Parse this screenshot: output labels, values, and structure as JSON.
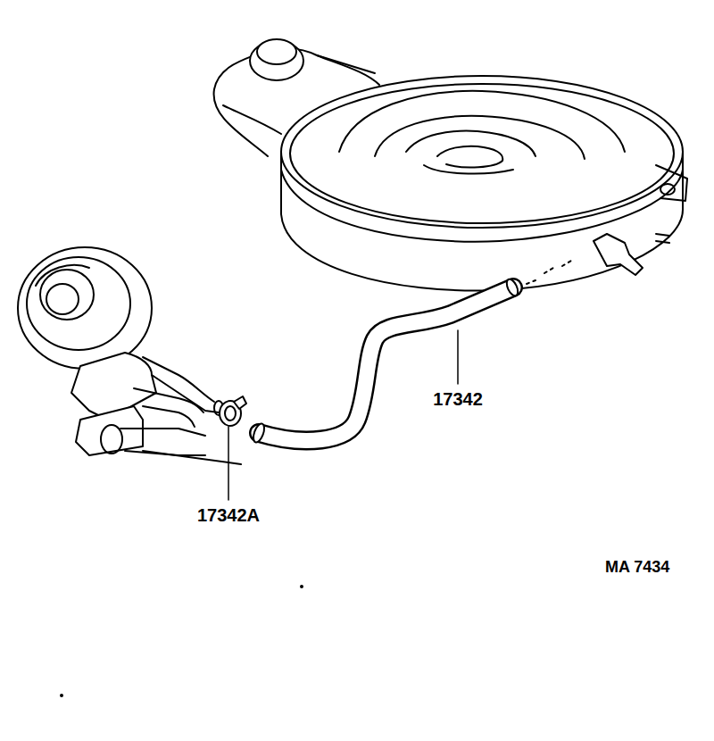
{
  "diagram": {
    "labels": [
      "17342",
      "17342A",
      "MA 7434"
    ]
  }
}
